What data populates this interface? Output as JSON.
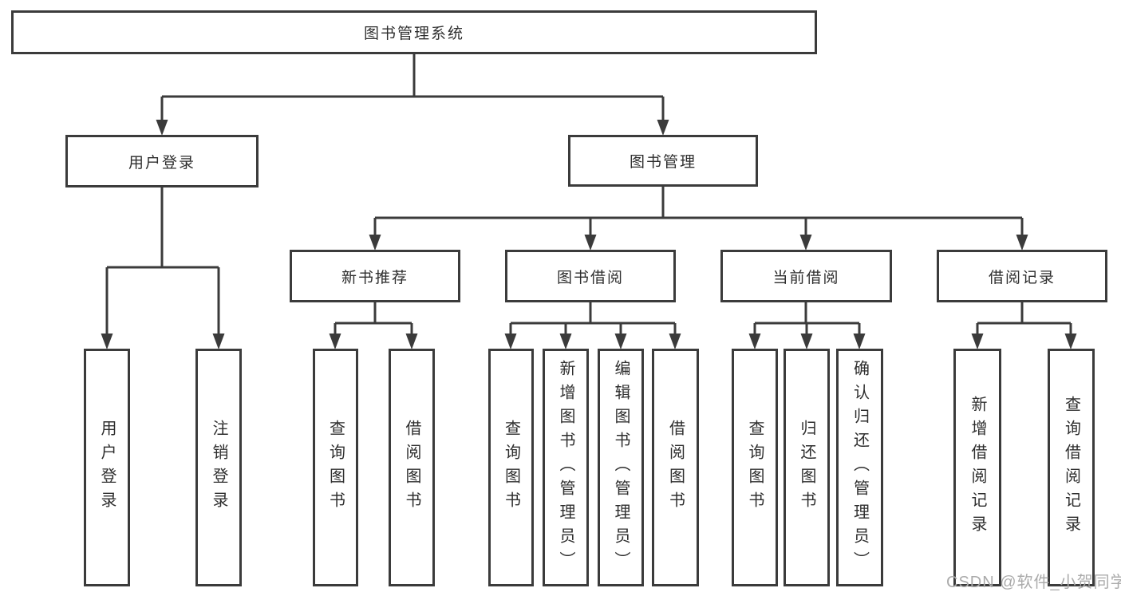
{
  "diagram": {
    "type": "hierarchy-tree",
    "colors": {
      "line": "#3b3b3b",
      "box_border": "#3b3b3b",
      "text": "#2e2e2e",
      "background": "#ffffff",
      "watermark": "#ababab"
    },
    "tree": {
      "label": "图书管理系统",
      "children": [
        {
          "label": "用户登录",
          "children": [
            {
              "label": "用户登录"
            },
            {
              "label": "注销登录"
            }
          ]
        },
        {
          "label": "图书管理",
          "children": [
            {
              "label": "新书推荐",
              "children": [
                {
                  "label": "查询图书"
                },
                {
                  "label": "借阅图书"
                }
              ]
            },
            {
              "label": "图书借阅",
              "children": [
                {
                  "label": "查询图书"
                },
                {
                  "label": "新增图书（管理员）"
                },
                {
                  "label": "编辑图书（管理员）"
                },
                {
                  "label": "借阅图书"
                }
              ]
            },
            {
              "label": "当前借阅",
              "children": [
                {
                  "label": "查询图书"
                },
                {
                  "label": "归还图书"
                },
                {
                  "label": "确认归还（管理员）"
                }
              ]
            },
            {
              "label": "借阅记录",
              "children": [
                {
                  "label": "新增借阅记录"
                },
                {
                  "label": "查询借阅记录"
                }
              ]
            }
          ]
        }
      ]
    },
    "watermark": "CSDN @软件_小贺同学"
  }
}
